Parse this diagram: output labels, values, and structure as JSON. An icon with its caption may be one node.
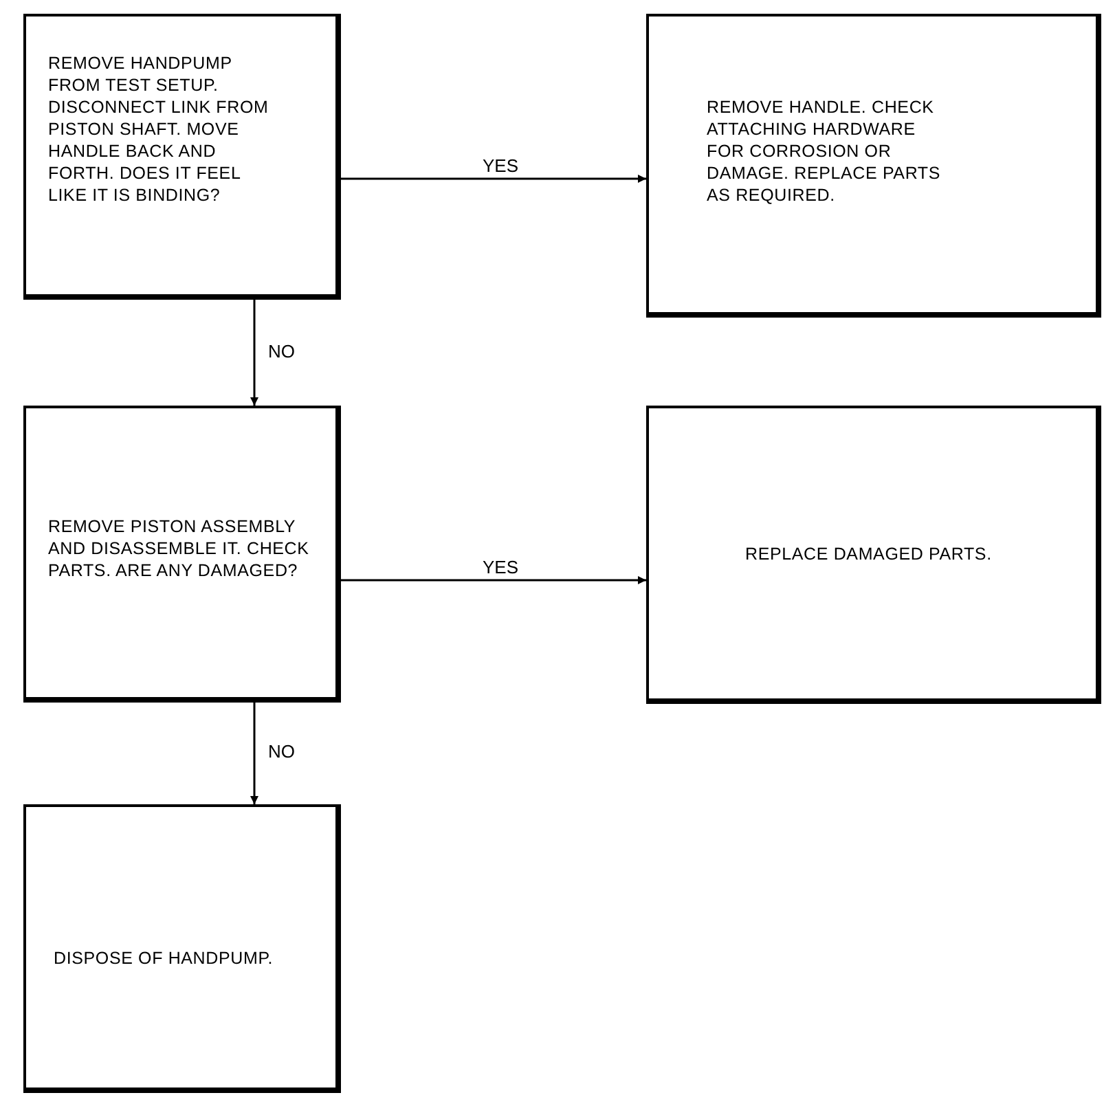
{
  "diagram": {
    "nodes": [
      {
        "text": [
          "REMOVE HANDPUMP FROM TEST SETUP. DISCONNECT LINK FROM PISTON SHAFT. MOVE HANDLE BACK AND FORTH. DOES IT FEEL LIKE IT IS BINDING?"
        ]
      },
      {
        "text": [
          "REMOVE HANDLE. CHECK ATTACHING HARDWARE FOR CORROSION OR DAMAGE. REPLACE PARTS AS REQUIRED."
        ]
      },
      {
        "text": [
          "REMOVE PISTON ASSEMBLY AND DISASSEMBLE IT. CHECK PARTS. ARE ANY DAMAGED?"
        ]
      },
      {
        "text": [
          "REPLACE DAMAGED PARTS."
        ]
      },
      {
        "text": [
          "DISPOSE OF HANDPUMP."
        ]
      }
    ],
    "edges": [
      {
        "from": 0,
        "to": 1,
        "arrow": "to",
        "label": "YES"
      },
      {
        "from": 0,
        "to": 2,
        "arrow": "to",
        "label": "NO"
      },
      {
        "from": 2,
        "to": 3,
        "arrow": "to",
        "label": "YES"
      },
      {
        "from": 2,
        "to": 4,
        "arrow": "to",
        "label": "NO"
      }
    ]
  }
}
